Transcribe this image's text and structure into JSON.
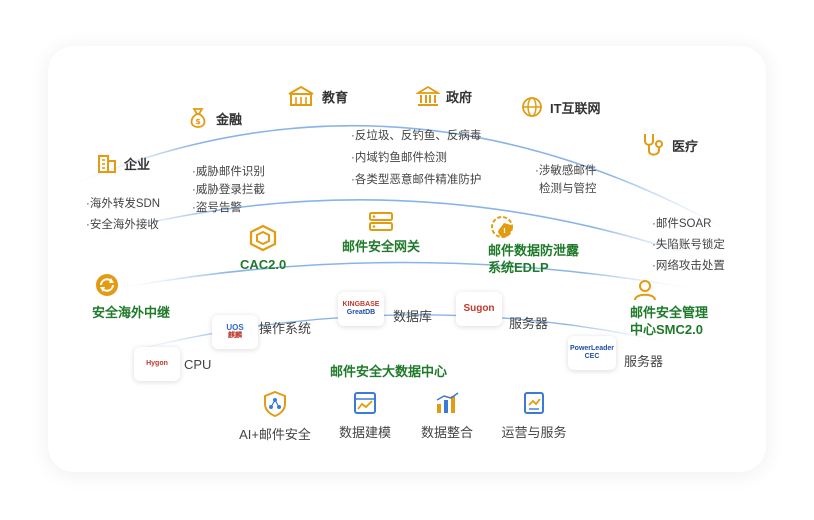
{
  "industries": {
    "enterprise": "企业",
    "finance": "金融",
    "education": "教育",
    "government": "政府",
    "it": "IT互联网",
    "medical": "医疗"
  },
  "notes": {
    "left": [
      "·海外转发SDN",
      "·安全海外接收"
    ],
    "center_left": [
      "·威胁邮件识别",
      "·威胁登录拦截",
      "·盗号告警"
    ],
    "center": [
      "·反垃圾、反钓鱼、反病毒",
      "·内域钓鱼邮件检测",
      "·各类型恶意邮件精准防护"
    ],
    "center_right": [
      "·涉敏感邮件",
      "检测与管控"
    ],
    "right": [
      "·邮件SOAR",
      "·失陷账号锁定",
      "·网络攻击处置"
    ]
  },
  "products": {
    "relay": "安全海外中继",
    "cac": "CAC2.0",
    "gateway": "邮件安全网关",
    "edlp_line1": "邮件数据防泄露",
    "edlp_line2": "系统EDLP",
    "smc_line1": "邮件安全管理",
    "smc_line2": "中心SMC2.0"
  },
  "infrastructure": {
    "cpu": "CPU",
    "os": "操作系统",
    "database": "数据库",
    "server1": "服务器",
    "server2": "服务器",
    "logos": {
      "cpu": "Hygon",
      "os": "UOS",
      "os_sub": "麒麟",
      "database_top": "KINGBASE",
      "database_bottom": "GreatDB",
      "server1": "Sugon",
      "server2_top": "PowerLeader",
      "server2_bottom": "CEC"
    }
  },
  "data_center": {
    "title": "邮件安全大数据中心",
    "items": [
      "AI+邮件安全",
      "数据建模",
      "数据整合",
      "运营与服务"
    ]
  },
  "colors": {
    "accent_gold": "#e39b12",
    "accent_green": "#1f7a2a",
    "arc_blue": "#8ab4e8"
  }
}
